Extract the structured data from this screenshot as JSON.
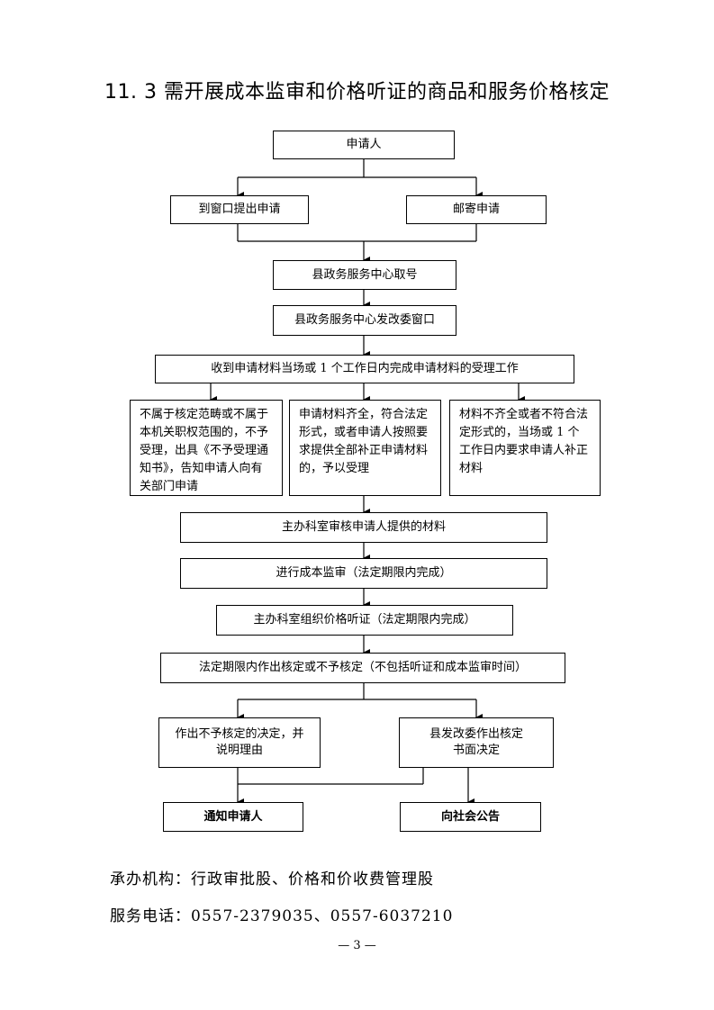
{
  "title": "11. 3 需开展成本监审和价格听证的商品和服务价格核定",
  "flow": {
    "applicant": "申请人",
    "window_submit": "到窗口提出申请",
    "mail_submit": "邮寄申请",
    "take_number": "县政务服务中心取号",
    "drc_window": "县政务服务中心发改委窗口",
    "acceptance": "收到申请材料当场或 1 个工作日内完成申请材料的受理工作",
    "not_accepted": "不属于核定范畴或不属于本机关职权范围的，不予受理，出具《不予受理通知书》，告知申请人向有关部门申请",
    "accepted": "申请材料齐全，符合法定形式，或者申请人按照要求提供全部补正申请材料的，予以受理",
    "supplement": "材料不齐全或者不符合法定形式的，当场或 1 个工作日内要求申请人补正材料",
    "review": "主办科室审核申请人提供的材料",
    "cost_audit": "进行成本监审（法定期限内完成）",
    "hearing": "主办科室组织价格听证（法定期限内完成）",
    "decision": "法定期限内作出核定或不予核定（不包括听证和成本监审时间）",
    "reject_decision": "作出不予核定的决定，并说明理由",
    "approve_decision": "县发改委作出核定书面决定",
    "notify": "通知申请人",
    "announce": "向社会公告"
  },
  "footer": {
    "agency": "承办机构：行政审批股、价格和价收费管理股",
    "phone": "服务电话：0557-2379035、0557-6037210"
  },
  "page_number": "— 3 —"
}
